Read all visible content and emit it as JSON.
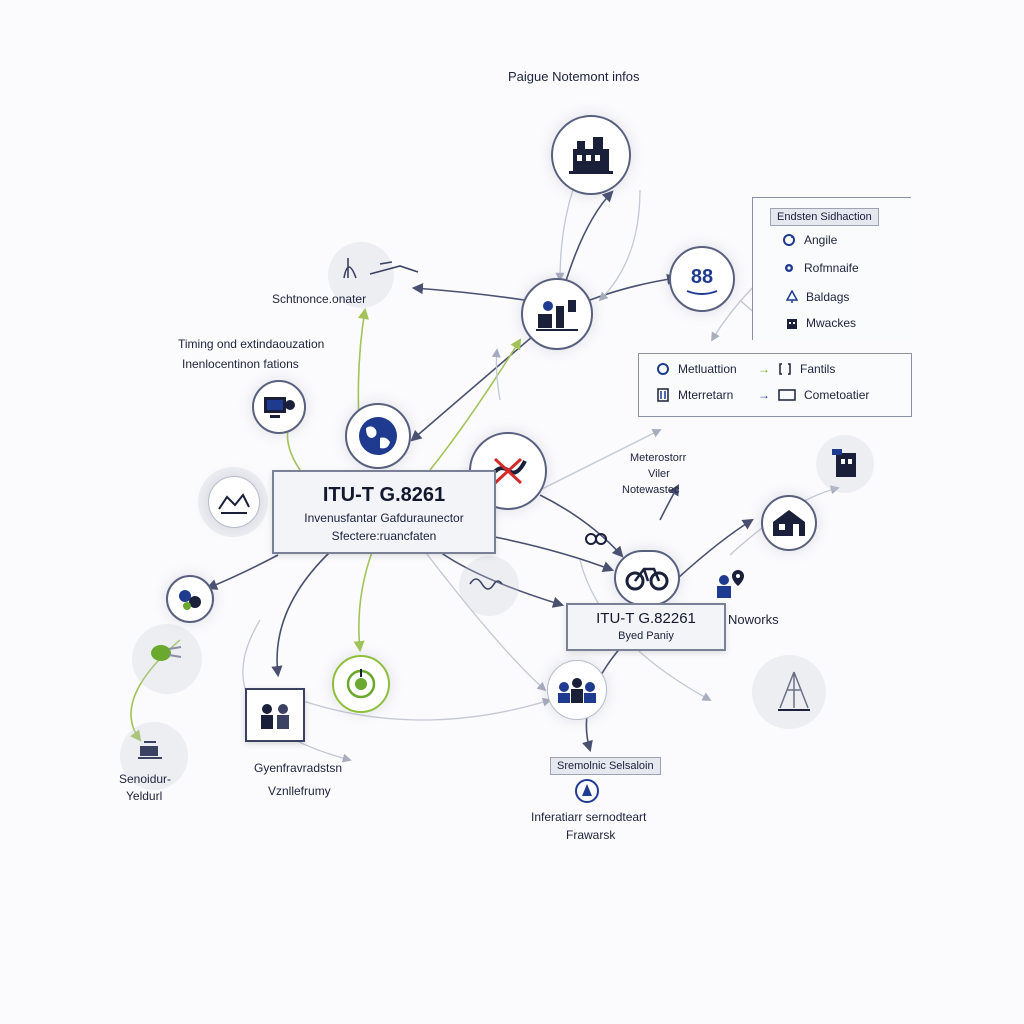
{
  "header": {
    "title": "Paigue Notemont infos"
  },
  "main_box": {
    "title": "ITU-T G.8261",
    "line1": "Invenusfantar Gafduraunector",
    "line2": "Sfectere:ruancfaten"
  },
  "secondary_box": {
    "title": "ITU-T G.82261",
    "subtitle": "Byed Paniy"
  },
  "labels": {
    "schmonce": "Schtnonce.onater",
    "timing_line1": "Timing ond extindaouzation",
    "timing_line2": "Inenlocentinon fations",
    "meter_line1": "Meterostorr",
    "meter_line2": "Viler",
    "meter_line3": "Notewastec",
    "networks": "Noworks",
    "gyen_line1": "Gyenfravradstsn",
    "gyen_line2": "Vznllefrumy",
    "senoid_line1": "Senoidur-",
    "senoid_line2": "Yeldurl",
    "infer_tag": "Sremolnic Selsaloin",
    "infer_line1": "Inferatiarr sernodteart",
    "infer_line2": "Frawarsk"
  },
  "legend_top": {
    "title": "Endsten Sidhaction",
    "items": [
      {
        "icon": "sync-icon",
        "label": "Angile"
      },
      {
        "icon": "gear-icon",
        "label": "Rofmnaife"
      },
      {
        "icon": "tree-icon",
        "label": "Baldags"
      },
      {
        "icon": "building-icon",
        "label": "Mwackes"
      }
    ]
  },
  "legend_bottom": {
    "rows": [
      {
        "from_icon": "sync-icon",
        "from": "Metluattion",
        "to_icon": "bracket-icon",
        "to": "Fantils"
      },
      {
        "from_icon": "column-icon",
        "from": "Mterretarn",
        "to_icon": "screen-icon",
        "to": "Cometoatier"
      }
    ]
  },
  "colors": {
    "edge_dark": "#4a5070",
    "edge_light": "#c3c7d3",
    "edge_green": "#a3c35a",
    "accent_blue": "#1f3b8f",
    "icon_green": "#6aa82e",
    "icon_red": "#d42a2a"
  }
}
